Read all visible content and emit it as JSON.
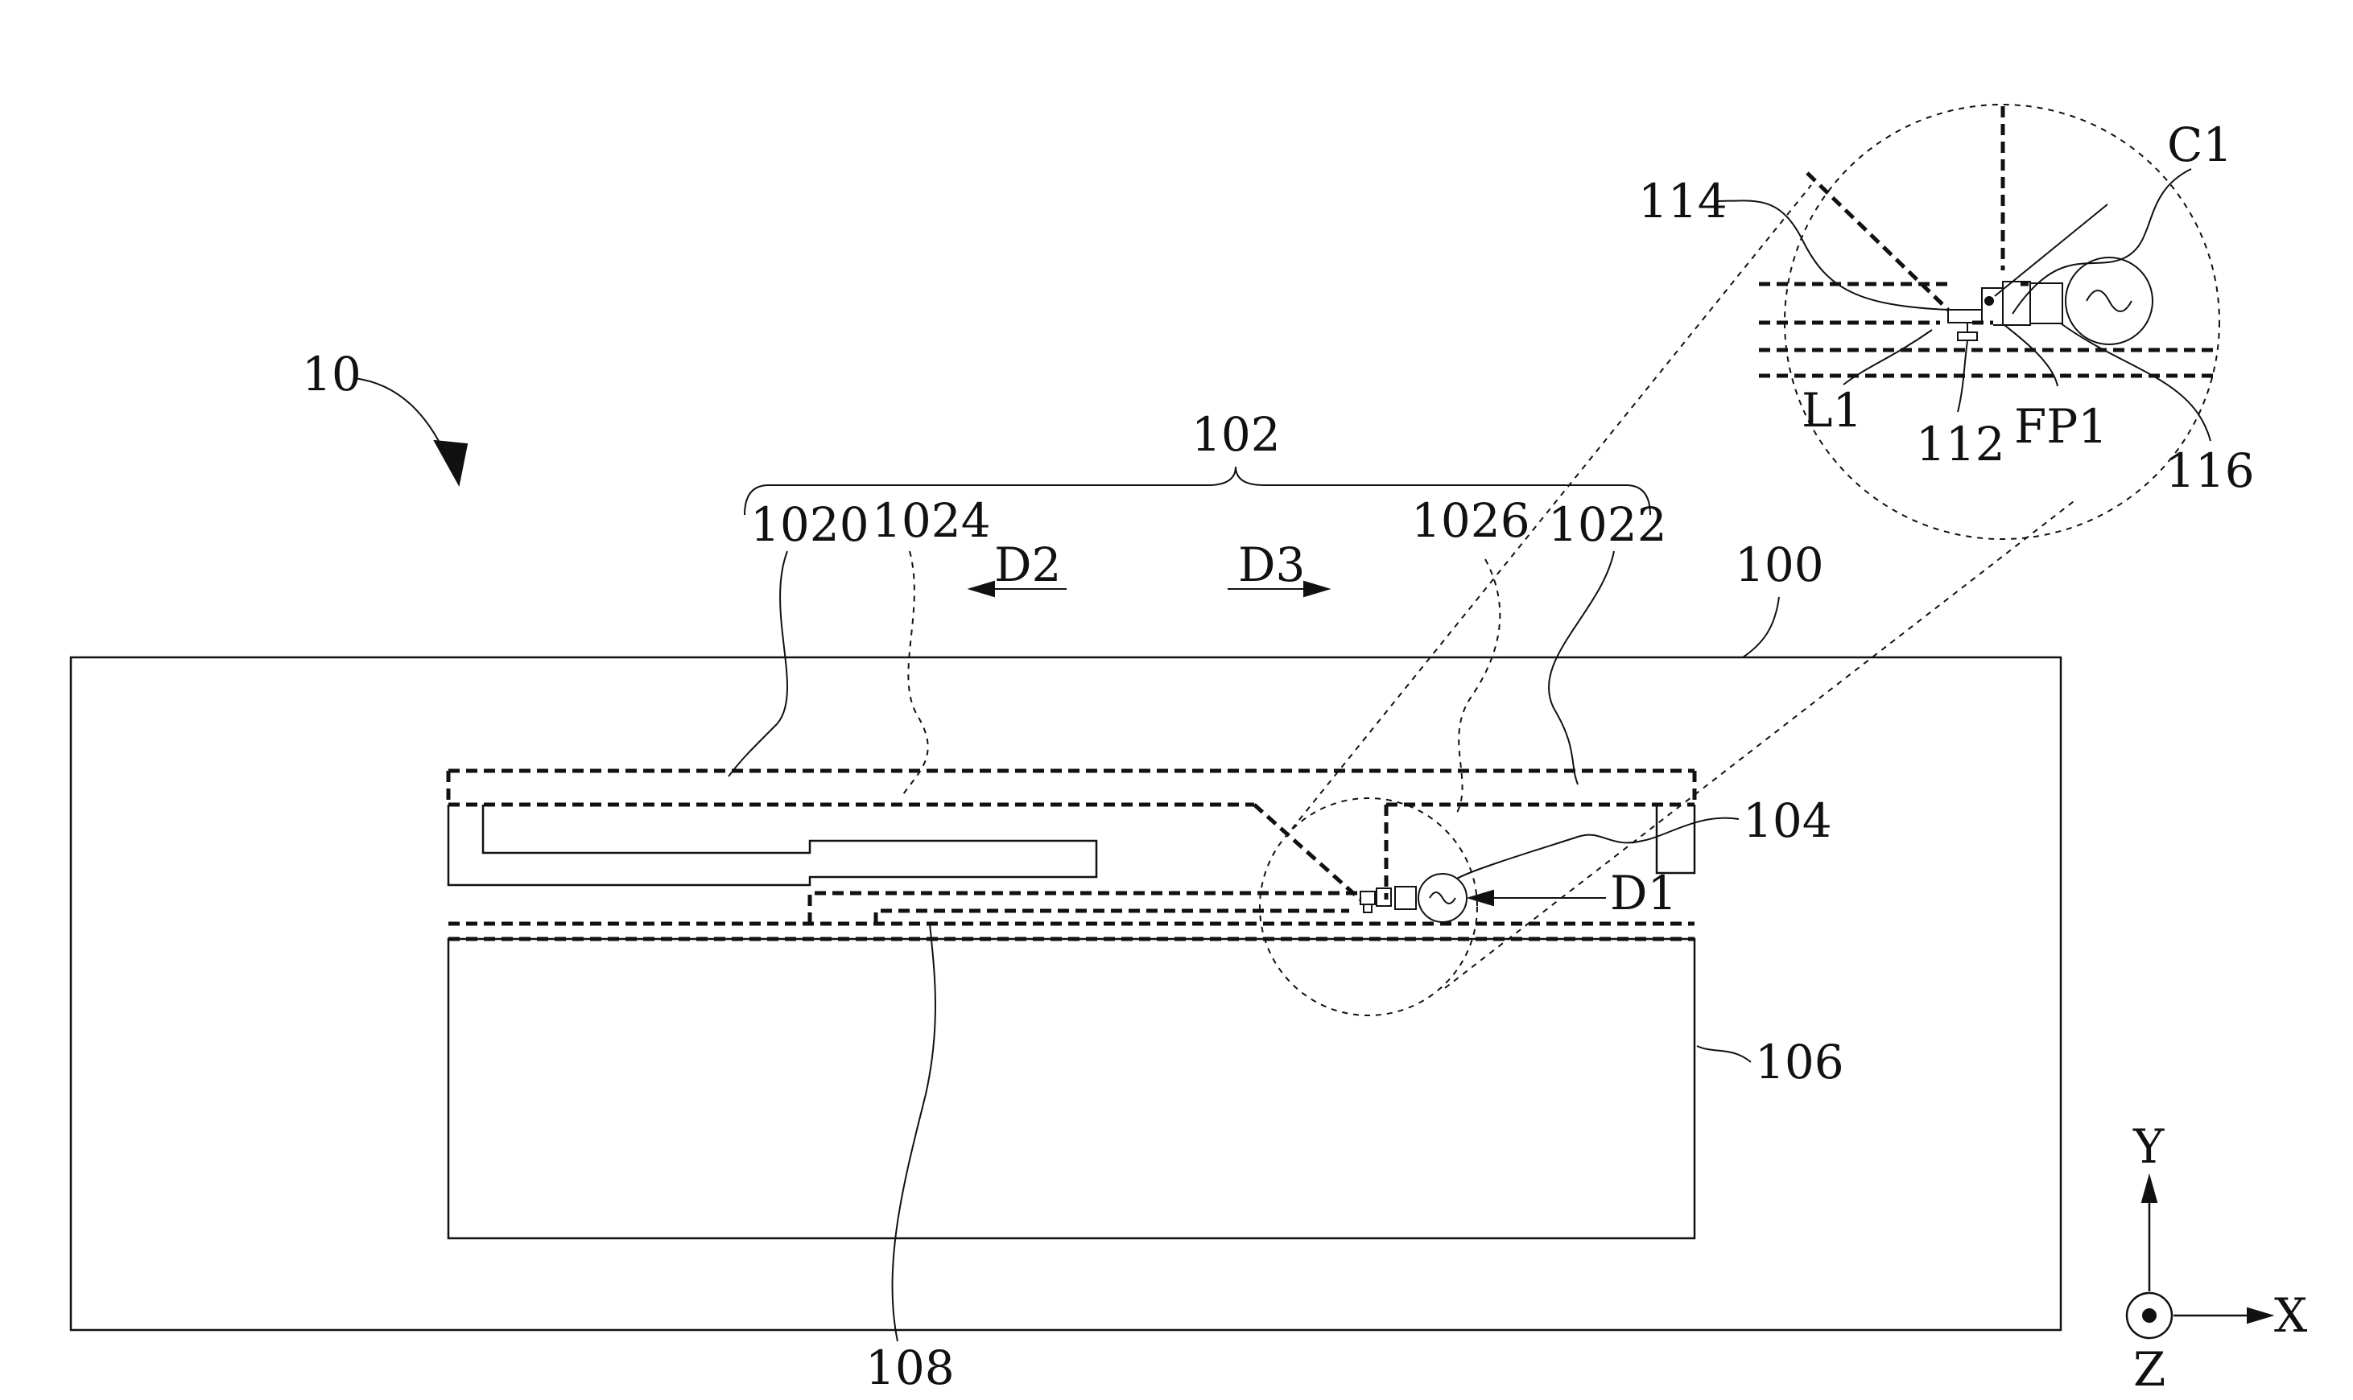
{
  "labels": {
    "device": "10",
    "antenna": "102",
    "part_1020": "1020",
    "part_1024": "1024",
    "part_1026": "1026",
    "part_1022": "1022",
    "dir_d2": "D2",
    "dir_d3": "D3",
    "substrate": "100",
    "feed_source": "104",
    "dir_d1": "D1",
    "ground": "106",
    "part_108": "108",
    "inset_114": "114",
    "inset_c1": "C1",
    "inset_l1": "L1",
    "inset_112": "112",
    "inset_fp1": "FP1",
    "inset_116": "116",
    "axis_y": "Y",
    "axis_x": "X",
    "axis_z": "Z"
  }
}
